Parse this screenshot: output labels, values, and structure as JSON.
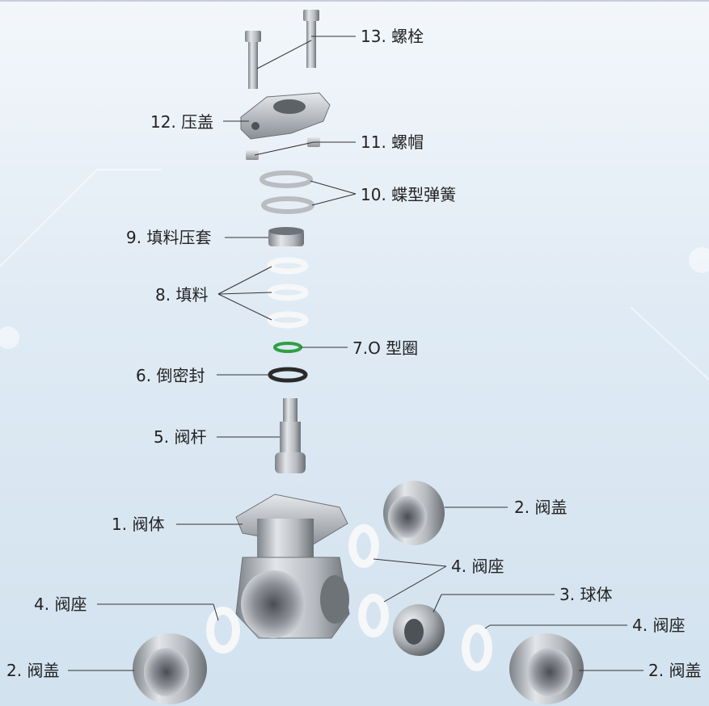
{
  "labels": {
    "bolt": "13. 螺栓",
    "gland": "12. 压盖",
    "nut": "11. 螺帽",
    "spring": "10. 蝶型弹簧",
    "packing_sleeve": "9. 填料压套",
    "packing": "8. 填料",
    "oring": "7.O 型圈",
    "inverted_seal": "6. 倒密封",
    "stem": "5. 阀杆",
    "body": "1. 阀体",
    "cap_right_top": "2. 阀盖",
    "seat_mid": "4. 阀座",
    "ball": "3. 球体",
    "seat_left": "4. 阀座",
    "seat_right": "4. 阀座",
    "cap_left": "2. 阀盖",
    "cap_right_bottom": "2. 阀盖"
  },
  "colors": {
    "metal_light": "#d7dadd",
    "metal_mid": "#a9adb2",
    "metal_dark": "#6e7378",
    "oring_green": "#2ea043",
    "seal_black": "#2a2a2a",
    "ptfe_white": "#f6f7f8"
  }
}
